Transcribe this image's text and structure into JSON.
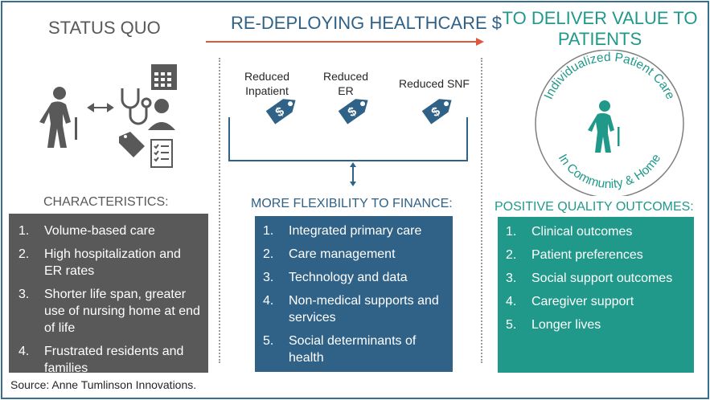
{
  "columns": {
    "status_quo": {
      "title": "STATUS QUO",
      "subtitle": "CHARACTERISTICS:",
      "items": [
        {
          "num": "1.",
          "text": "Volume-based care"
        },
        {
          "num": "2.",
          "text": "High hospitalization and ER rates"
        },
        {
          "num": "3.",
          "text": "Shorter life span, greater use of nursing home at end of life"
        },
        {
          "num": "4.",
          "text": "Frustrated residents and families"
        }
      ]
    },
    "redeploying": {
      "title": "RE-DEPLOYING HEALTHCARE $",
      "tags": [
        {
          "label": "Reduced Inpatient"
        },
        {
          "label": "Reduced ER"
        },
        {
          "label": "Reduced SNF"
        }
      ],
      "subtitle": "MORE FLEXIBILITY TO FINANCE:",
      "items": [
        {
          "num": "1.",
          "text": "Integrated primary care"
        },
        {
          "num": "2.",
          "text": "Care management"
        },
        {
          "num": "3.",
          "text": "Technology and data"
        },
        {
          "num": "4.",
          "text": "Non-medical supports and services"
        },
        {
          "num": "5.",
          "text": "Social determinants of health"
        }
      ]
    },
    "value": {
      "title": "TO DELIVER VALUE TO PATIENTS",
      "circle_top_text": "Individualized Patient Care",
      "circle_bottom_text": "In Community & Home",
      "subtitle": "POSITIVE QUALITY OUTCOMES:",
      "items": [
        {
          "num": "1.",
          "text": "Clinical outcomes"
        },
        {
          "num": "2.",
          "text": "Patient preferences"
        },
        {
          "num": "3.",
          "text": "Social support outcomes"
        },
        {
          "num": "4.",
          "text": "Caregiver support"
        },
        {
          "num": "5.",
          "text": "Longer lives"
        }
      ]
    }
  },
  "source": "Source: Anne Tumlinson Innovations.",
  "colors": {
    "gray_box": "#595959",
    "blue_box": "#2f6286",
    "teal_box": "#21998a",
    "arrow_red": "#e0583c",
    "frame": "#3a6e8f"
  },
  "icons": [
    "elderly-person-icon",
    "double-arrow-icon",
    "stethoscope-icon",
    "calendar-icon",
    "doctor-icon",
    "price-tag-icon",
    "checklist-icon",
    "dollar-tag-icon"
  ]
}
